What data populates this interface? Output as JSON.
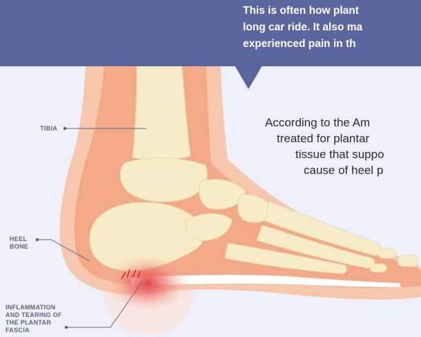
{
  "banner": {
    "lines": [
      "This is often how plant",
      "long car ride. It also ma",
      "experienced pain in th"
    ]
  },
  "body": {
    "lines": [
      "According to the Am",
      "treated for plantar",
      "tissue that suppo",
      "cause of heel p"
    ]
  },
  "labels": {
    "tibia": "TIBIA",
    "heel_bone": [
      "HEEL",
      "BONE"
    ],
    "inflammation": [
      "INFLAMMATION",
      "AND TEARING OF",
      "THE PLANTAR",
      "FASCIA"
    ]
  },
  "colors": {
    "banner": "#5b669f",
    "background": "#eef0fb",
    "skin_outer": "#f7c7ad",
    "skin_inner": "#f3a987",
    "bone": "#f6ecc8",
    "inflammation": "#e03a44"
  }
}
